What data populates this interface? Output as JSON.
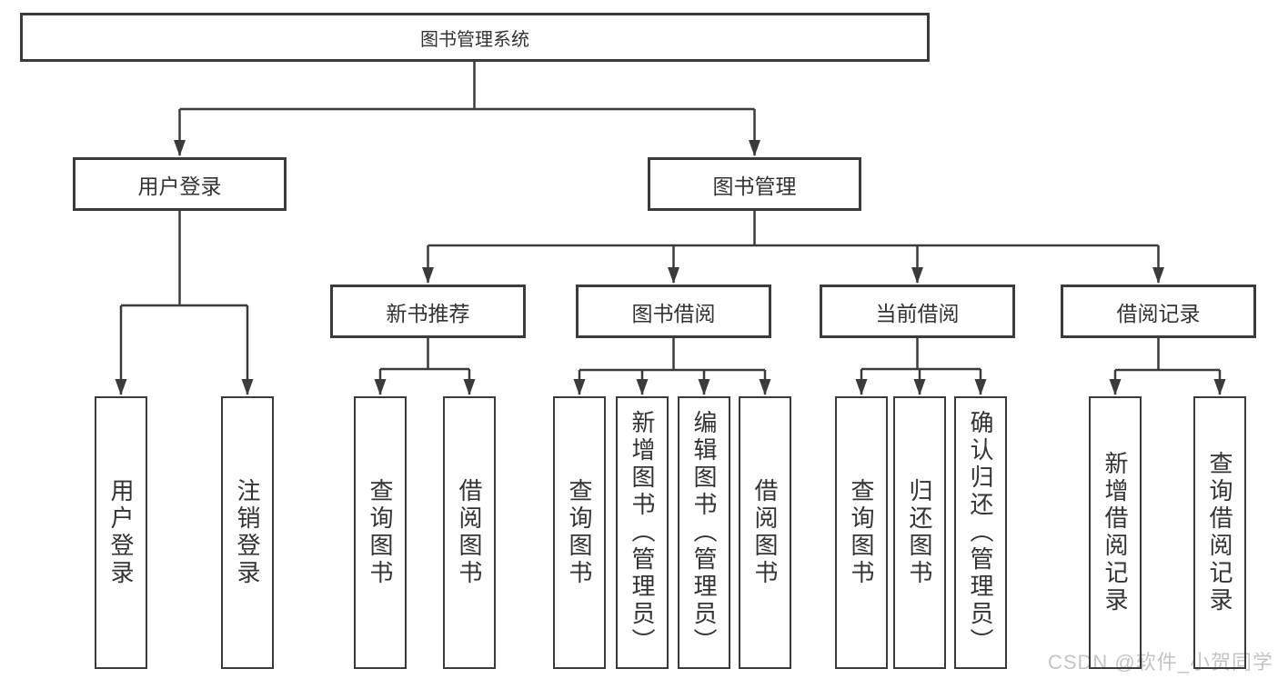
{
  "diagram_type": "hierarchy-tree",
  "colors": {
    "background": "#ffffff",
    "line": "#3b3b3b",
    "box_border": "#3b3b3b",
    "text": "#333333",
    "watermark": "#c4c4c4"
  },
  "watermark": {
    "text": "CSDN @软件_小贺同学"
  },
  "tree": {
    "root": {
      "label": "图书管理系统"
    },
    "branches": [
      {
        "label": "用户登录",
        "children": [
          {
            "label": "用户登录"
          },
          {
            "label": "注销登录"
          }
        ]
      },
      {
        "label": "图书管理",
        "children": [
          {
            "label": "新书推荐",
            "children": [
              {
                "label": "查询图书"
              },
              {
                "label": "借阅图书"
              }
            ]
          },
          {
            "label": "图书借阅",
            "children": [
              {
                "label": "查询图书"
              },
              {
                "label": "新增图书（管理员）"
              },
              {
                "label": "编辑图书（管理员）"
              },
              {
                "label": "借阅图书"
              }
            ]
          },
          {
            "label": "当前借阅",
            "children": [
              {
                "label": "查询图书"
              },
              {
                "label": "归还图书"
              },
              {
                "label": "确认归还（管理员）"
              }
            ]
          },
          {
            "label": "借阅记录",
            "children": [
              {
                "label": "新增借阅记录"
              },
              {
                "label": "查询借阅记录"
              }
            ]
          }
        ]
      }
    ]
  }
}
